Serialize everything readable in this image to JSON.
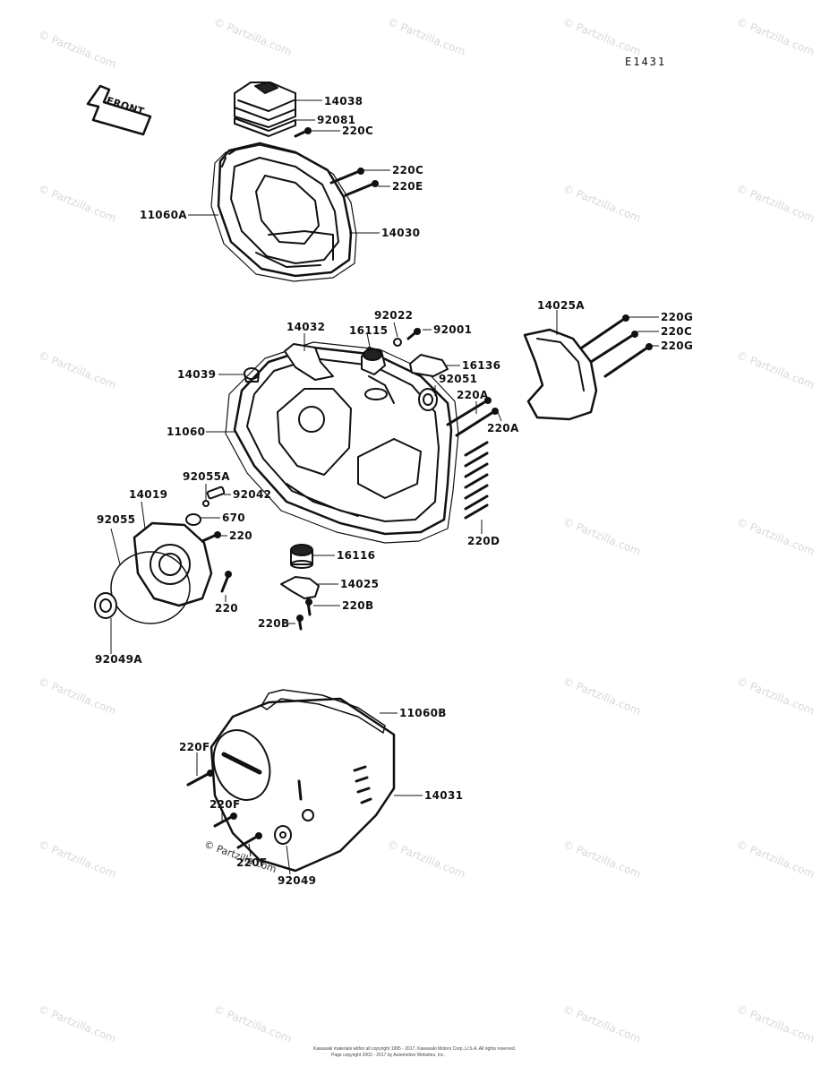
{
  "diagram_code": "E1431",
  "front_arrow_text": "FRONT",
  "watermark_text": "© Partzilla.com",
  "copyright_line_1": "Kawasaki materials within all copyright 1995 - 2017, Kawasaki Motors Corp.,U.S.A. All rights reserved.",
  "copyright_line_2": "Page copyright 2002 - 2017 by Automotive Websites, Inc.",
  "credit_text": "© Partzilla.com",
  "labels": {
    "p14038": "14038",
    "p92081": "92081",
    "p220C_top": "220C",
    "p220C_mid": "220C",
    "p220E": "220E",
    "p11060A": "11060A",
    "p14030": "14030",
    "p14032": "14032",
    "p92022": "92022",
    "p16115": "16115",
    "p92001": "92001",
    "p14025A": "14025A",
    "p220G_a": "220G",
    "p220C_right": "220C",
    "p220G_b": "220G",
    "p16136": "16136",
    "p14039": "14039",
    "p92051": "92051",
    "p220A_a": "220A",
    "p220A_b": "220A",
    "p11060": "11060",
    "p92055A": "92055A",
    "p92042": "92042",
    "p14019": "14019",
    "p670": "670",
    "p92055": "92055",
    "p220_a": "220",
    "p220D": "220D",
    "p16116": "16116",
    "p14025": "14025",
    "p220_b": "220",
    "p220B_a": "220B",
    "p220B_b": "220B",
    "p92049A": "92049A",
    "p11060B": "11060B",
    "p220F_a": "220F",
    "p14031": "14031",
    "p220F_b": "220F",
    "p220F_c": "220F",
    "p92049": "92049"
  }
}
